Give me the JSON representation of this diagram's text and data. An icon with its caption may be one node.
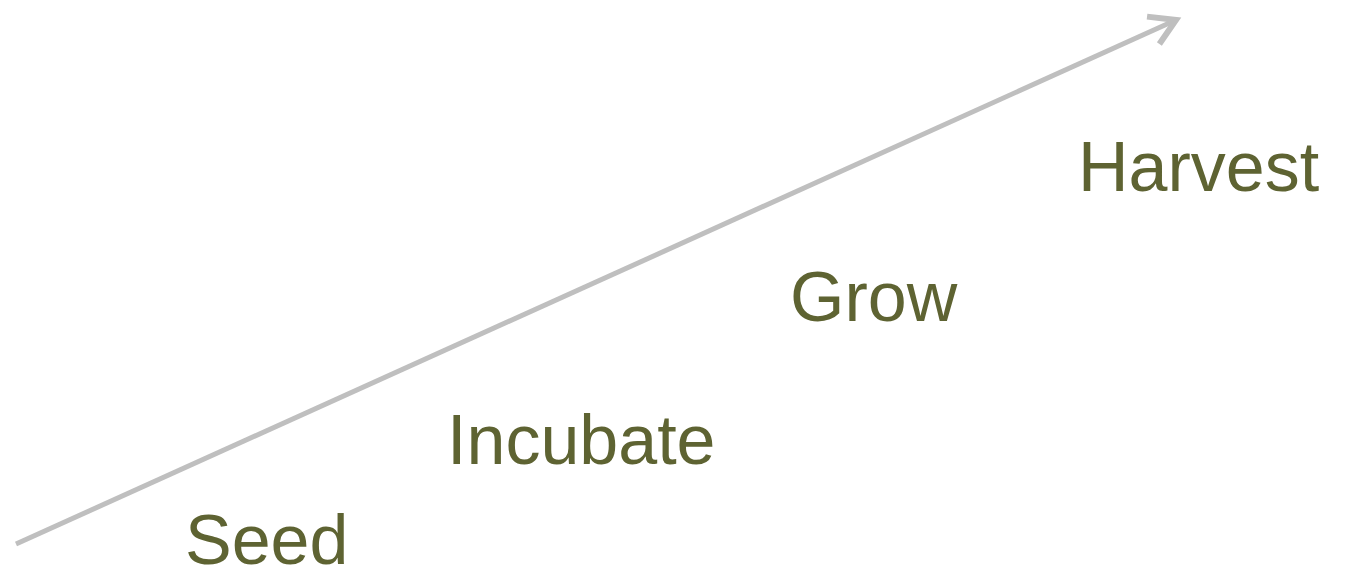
{
  "diagram": {
    "labels": [
      "Seed",
      "Incubate",
      "Grow",
      "Harvest"
    ]
  }
}
